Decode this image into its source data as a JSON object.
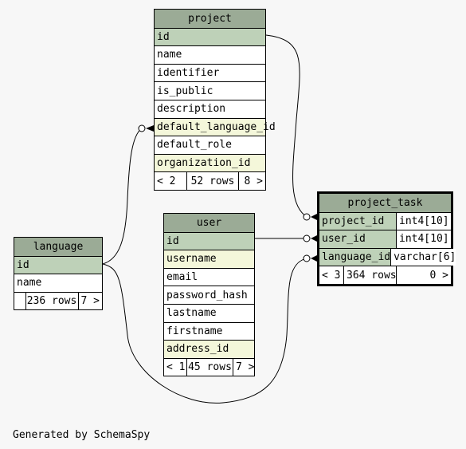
{
  "footer": {
    "generated_by": "Generated by SchemaSpy"
  },
  "tables": {
    "project": {
      "name": "project",
      "columns": [
        "id",
        "name",
        "identifier",
        "is_public",
        "description",
        "default_language_id",
        "default_role",
        "organization_id"
      ],
      "footer": {
        "parents": "< 2",
        "rows": "52 rows",
        "children": "8 >"
      }
    },
    "user": {
      "name": "user",
      "columns": [
        "id",
        "username",
        "email",
        "password_hash",
        "lastname",
        "firstname",
        "address_id"
      ],
      "footer": {
        "parents": "< 1",
        "rows": "45 rows",
        "children": "7 >"
      }
    },
    "language": {
      "name": "language",
      "columns": [
        "id",
        "name"
      ],
      "footer": {
        "parents": "",
        "rows": "236 rows",
        "children": "7 >"
      }
    },
    "project_task": {
      "name": "project_task",
      "columns": [
        {
          "name": "project_id",
          "type": "int4[10]"
        },
        {
          "name": "user_id",
          "type": "int4[10]"
        },
        {
          "name": "language_id",
          "type": "varchar[6]"
        }
      ],
      "footer": {
        "parents": "< 3",
        "rows": "364 rows",
        "children": "0 >"
      }
    }
  }
}
